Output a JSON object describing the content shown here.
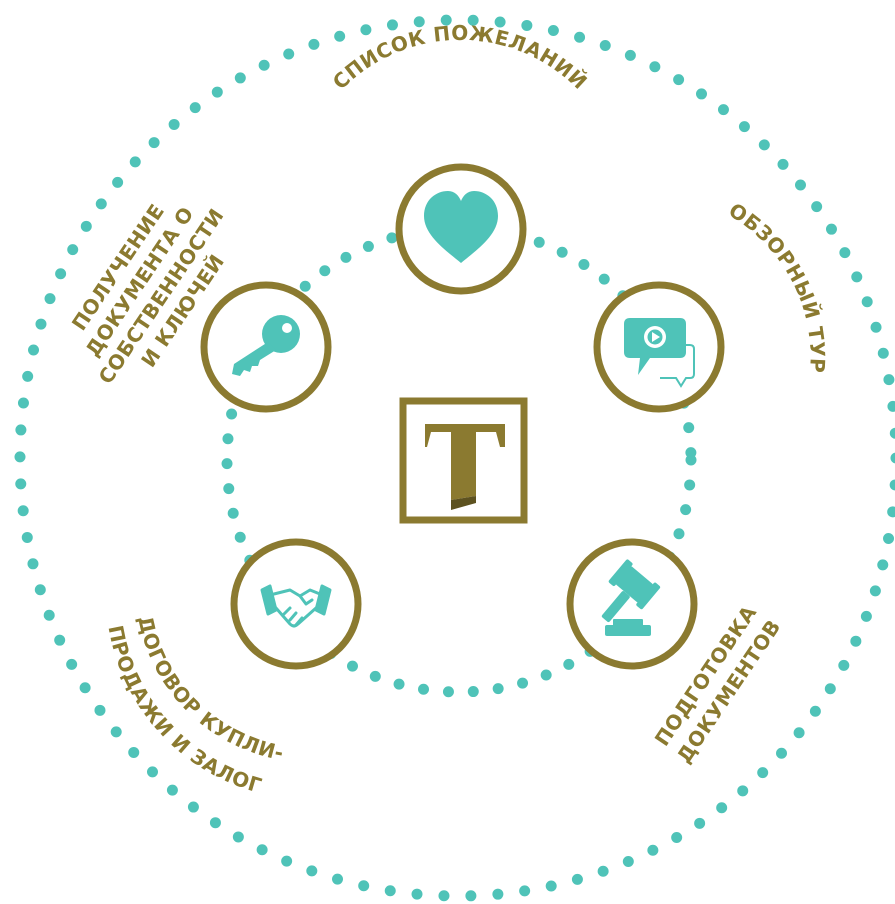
{
  "colors": {
    "teal": "#4fc3b8",
    "gold": "#8b7a30",
    "background": "#ffffff"
  },
  "center_logo": {
    "letter": "T",
    "icon": "t-monogram-logo"
  },
  "steps": [
    {
      "id": "wishlist",
      "icon": "heart-icon",
      "label_lines": [
        "СПИСОК ПОЖЕЛАНИЙ"
      ]
    },
    {
      "id": "tour",
      "icon": "video-chat-icon",
      "label_lines": [
        "ОБЗОРНЫЙ ТУР"
      ]
    },
    {
      "id": "documents",
      "icon": "gavel-icon",
      "label_lines": [
        "ПОДГОТОВКА",
        "ДОКУМЕНТОВ"
      ]
    },
    {
      "id": "contract",
      "icon": "handshake-icon",
      "label_lines": [
        "ДОГОВОР КУПЛИ-",
        "ПРОДАЖИ И ЗАЛОГ"
      ]
    },
    {
      "id": "keys",
      "icon": "key-icon",
      "label_lines": [
        "ПОЛУЧЕНИЕ",
        "ДОКУМЕНТА О",
        "СОБСТВЕННОСТИ",
        "И КЛЮЧЕЙ"
      ]
    }
  ]
}
